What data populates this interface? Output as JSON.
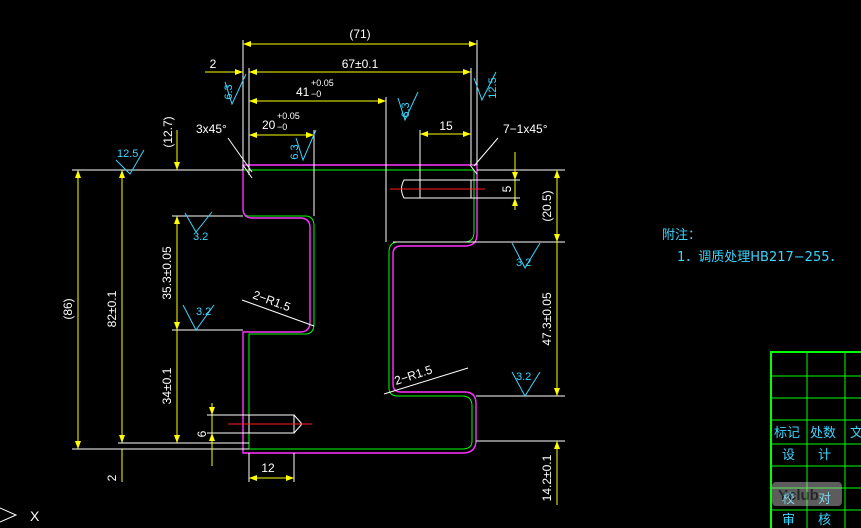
{
  "dimensions": {
    "overall_width_ref": "(71)",
    "width_67": "67±0.1",
    "gap_2_top": "2",
    "width_41": "41",
    "width_41_tol_upper": "+0.05",
    "width_41_tol_lower": "−0",
    "width_20": "20",
    "width_20_tol_upper": "+0.05",
    "width_20_tol_lower": "−0",
    "hole_15": "15",
    "chamfer_7": "7−1x45°",
    "chamfer_3": "3x45°",
    "height_12_7": "(12.7)",
    "hole_5": "5",
    "height_20_5": "(20.5)",
    "height_86": "(86)",
    "height_82": "82±0.1",
    "height_35_3": "35.3±0.05",
    "height_34": "34±0.1",
    "height_47_3": "47.3±0.05",
    "height_14_2": "14.2±0.1",
    "gap_2_bottom": "2",
    "hole_6": "6",
    "hole_12": "12",
    "radius_left": "2−R1.5",
    "radius_right": "2−R1.5"
  },
  "roughness": {
    "r63_a": "6.3",
    "r125_a": "12.5",
    "r63_b": "6.3",
    "r63_c": "6.3",
    "r125_b": "12.5",
    "r32_a": "3.2",
    "r32_b": "3.2",
    "r32_c": "3.2",
    "r32_d": "3.2"
  },
  "notes": {
    "heading": "附注：",
    "item1": "1．调质处理HB217−255．"
  },
  "title_block": {
    "row1": [
      "标记",
      "处数",
      "文"
    ],
    "row2": [
      "设",
      "计",
      ""
    ],
    "row3": [
      "校",
      "对",
      ""
    ],
    "row4": [
      "审",
      "核",
      ""
    ]
  },
  "ucs": {
    "x_label": "X"
  },
  "watermark": "Yclub",
  "colors": {
    "background": "#000000",
    "dimension": "#ffff00",
    "outline": "#ff33ff",
    "hidden": "#00ff00",
    "center": "#ff2020",
    "annotation": "#3ad6ff"
  }
}
